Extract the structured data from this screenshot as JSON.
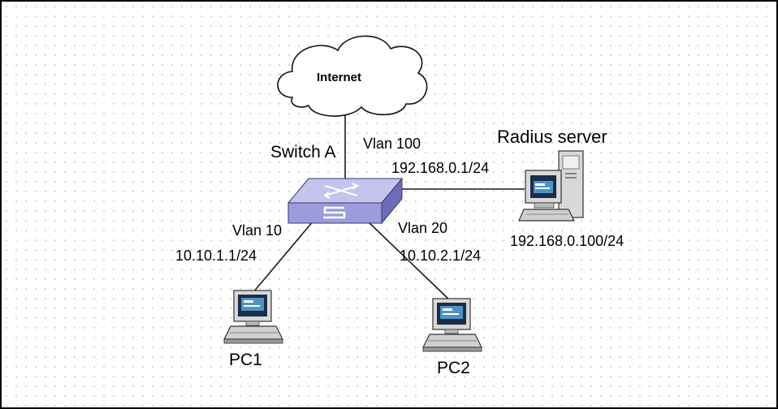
{
  "diagram": {
    "internet": {
      "label": "Internet"
    },
    "switch": {
      "label": "Switch A"
    },
    "vlan_100_interface": {
      "vlan": "Vlan 100",
      "ip": "192.168.0.1/24"
    },
    "radius_server": {
      "label": "Radius server",
      "ip": "192.168.0.100/24"
    },
    "pc1": {
      "label": "PC1",
      "vlan": "Vlan 10",
      "ip": "10.10.1.1/24"
    },
    "pc2": {
      "label": "PC2",
      "vlan": "Vlan 20",
      "ip": "10.10.2.1/24"
    }
  },
  "colors": {
    "switch_top": "#c4c4ee",
    "switch_front": "#9c9cdc",
    "switch_side": "#6c6cb8",
    "screen": "#1b2d48",
    "screen_window": "#4f93c4",
    "device_body": "#d8d8d8"
  }
}
